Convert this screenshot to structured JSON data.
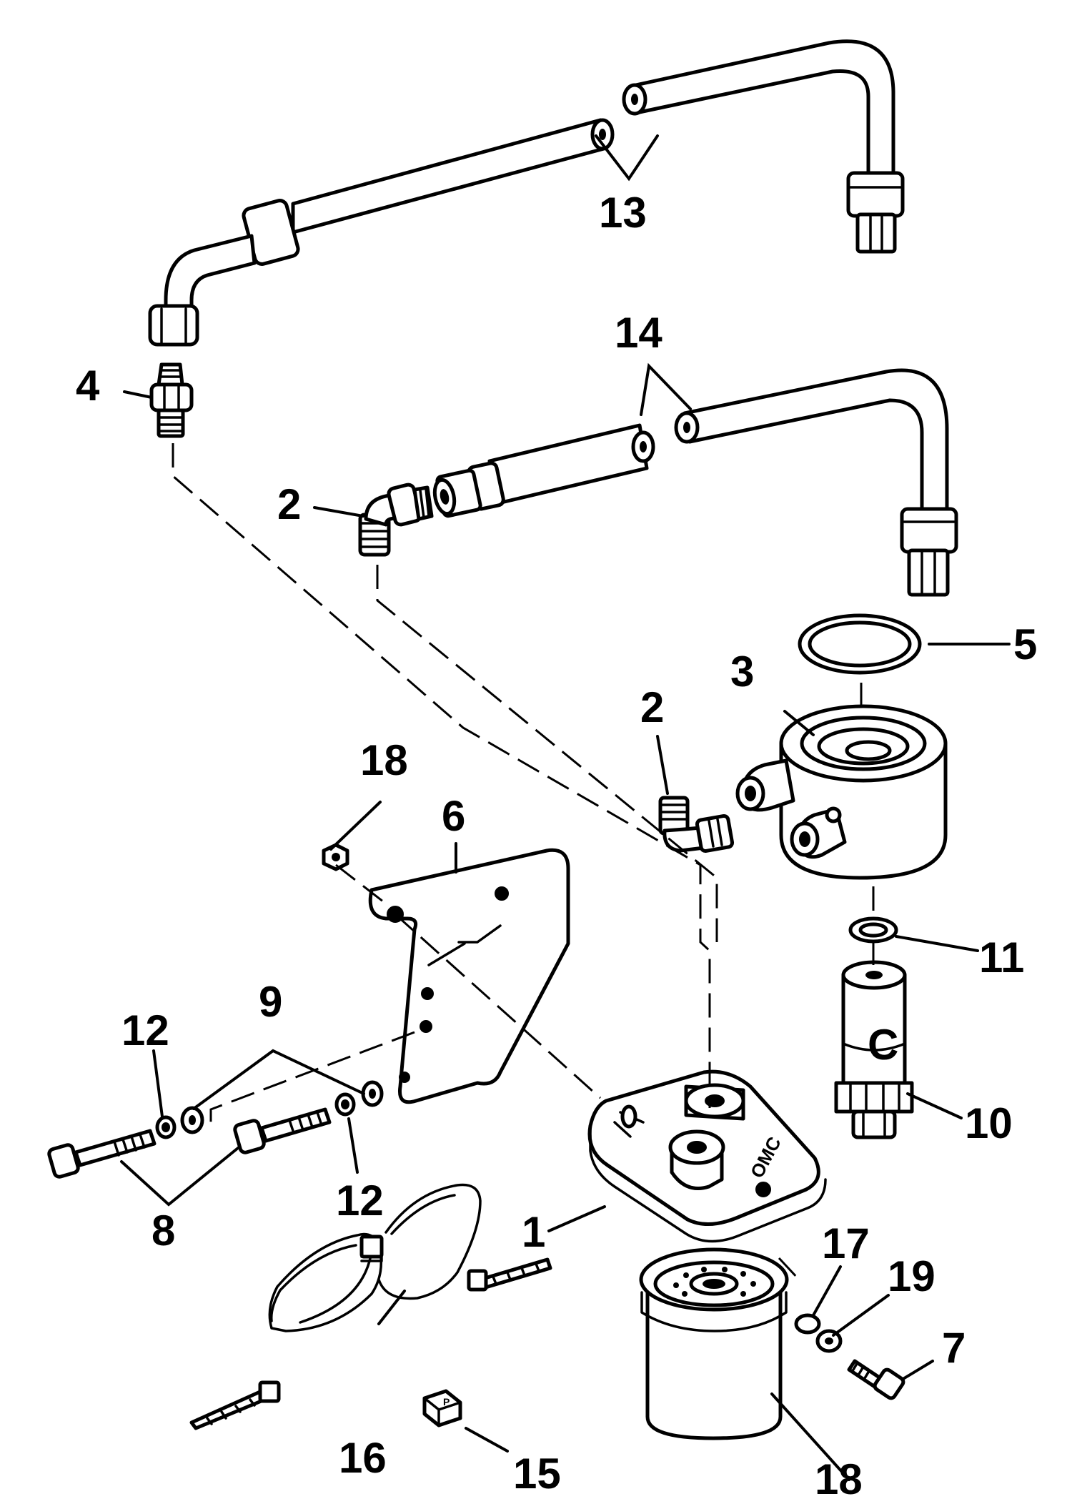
{
  "callouts": {
    "c1": "1",
    "c2a": "2",
    "c2b": "2",
    "c3": "3",
    "c4": "4",
    "c5": "5",
    "c6": "6",
    "c7": "7",
    "c8": "8",
    "c9": "9",
    "c10": "10",
    "c11": "11",
    "c12a": "12",
    "c12b": "12",
    "c13": "13",
    "c14": "14",
    "c15": "15",
    "c16": "16",
    "c17": "17",
    "c18a": "18",
    "c18b": "18",
    "c19": "19"
  },
  "markings": {
    "filter_adapter_logo": "OMC",
    "sensor_letter": "C",
    "clip_letter": "P"
  }
}
